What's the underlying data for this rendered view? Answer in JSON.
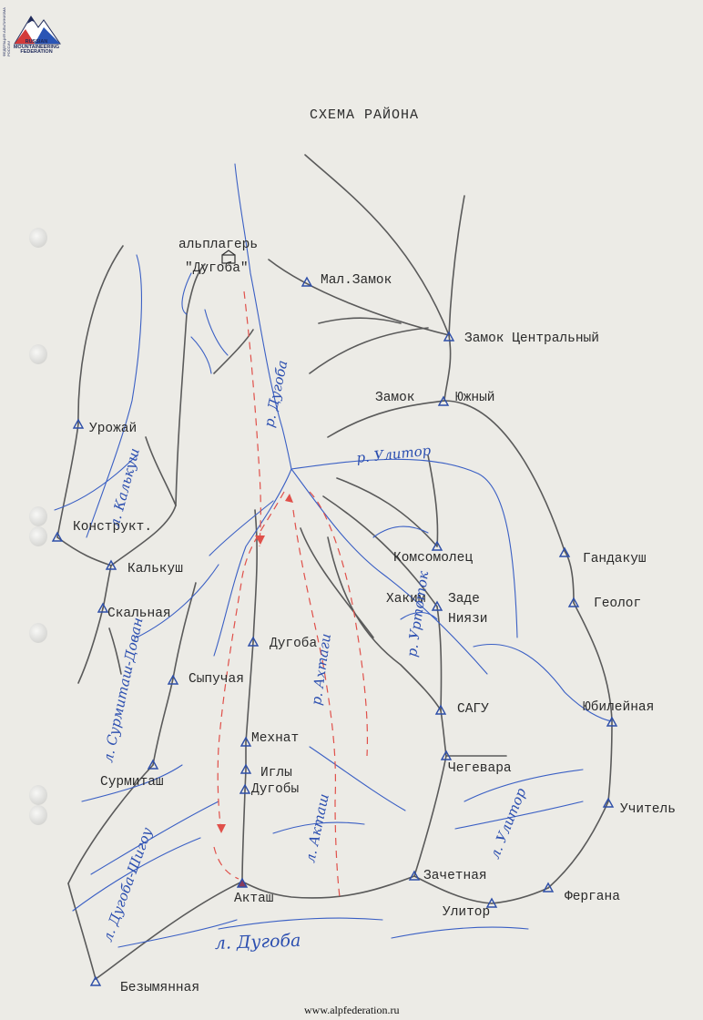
{
  "header": {
    "logo_arc_text": "ФЕДЕРАЦИЯ АЛЬПИНИЗМА РОССИИ",
    "logo_text_lines": [
      "RUSSIAN",
      "MOUNTAINEERING",
      "FEDERATION"
    ],
    "title": "СХЕМА  РАЙОНА"
  },
  "footer": {
    "url": "www.alpfederation.ru"
  },
  "colors": {
    "paper": "#ecebe6",
    "pencil": "#555555",
    "river": "#3a5fc4",
    "route": "#e0504a",
    "peak_marker": "#2d4ea8"
  },
  "camps": [
    {
      "id": "camp_1",
      "label": "альплагерь"
    },
    {
      "id": "camp_2",
      "label": "\"Дугоба\""
    }
  ],
  "peaks": [
    {
      "id": "mal_zamok",
      "label": "Мал.Замок"
    },
    {
      "id": "zamok_central",
      "label": "Замок Центральный"
    },
    {
      "id": "zamok",
      "label": "Замок"
    },
    {
      "id": "yuzhny",
      "label": "Южный"
    },
    {
      "id": "urozhai",
      "label": "Урожай"
    },
    {
      "id": "konstrukt",
      "label": "Конструкт."
    },
    {
      "id": "kalkush",
      "label": "Калькуш"
    },
    {
      "id": "skalnaya",
      "label": "Скальная"
    },
    {
      "id": "komsomolets",
      "label": "Комсомолец"
    },
    {
      "id": "gandakush",
      "label": "Гандакуш"
    },
    {
      "id": "hakim",
      "label": "Хаким"
    },
    {
      "id": "zade",
      "label": "Заде"
    },
    {
      "id": "niyazi",
      "label": "Ниязи"
    },
    {
      "id": "geolog",
      "label": "Геолог"
    },
    {
      "id": "dugoba_peak",
      "label": "Дугоба"
    },
    {
      "id": "sypuchaya",
      "label": "Сыпучая"
    },
    {
      "id": "sagu",
      "label": "САГУ"
    },
    {
      "id": "yubileinaya",
      "label": "Юбилейная"
    },
    {
      "id": "mehnat",
      "label": "Мехнат"
    },
    {
      "id": "chegevara",
      "label": "Чегевара"
    },
    {
      "id": "igly",
      "label": "Иглы"
    },
    {
      "id": "dugoby",
      "label": "Дугобы"
    },
    {
      "id": "surmitash",
      "label": "Сурмиташ"
    },
    {
      "id": "uchitel",
      "label": "Учитель"
    },
    {
      "id": "zachetnaya",
      "label": "Зачетная"
    },
    {
      "id": "aktash",
      "label": "Акташ"
    },
    {
      "id": "fergana",
      "label": "Фергана"
    },
    {
      "id": "ulitor_peak",
      "label": "Улитор"
    },
    {
      "id": "bezymyannaya",
      "label": "Безымянная"
    }
  ],
  "rivers": [
    {
      "id": "r_dugoba_v",
      "label": "р. Дугоба"
    },
    {
      "id": "r_ulitor_top",
      "label": "р. Улитор"
    },
    {
      "id": "r_kalkush",
      "label": "л. Калькуш"
    },
    {
      "id": "r_urtotok",
      "label": "р. Уртоток"
    },
    {
      "id": "r_surmitash",
      "label": "л. Сурмиташ-Дован"
    },
    {
      "id": "r_akhtash_top",
      "label": "р. Ахтаги"
    },
    {
      "id": "r_akhtash_low",
      "label": "л. Акташ"
    },
    {
      "id": "r_ulitor_low",
      "label": "л. Улитор"
    },
    {
      "id": "r_dugoba_shigou",
      "label": "л. Дугоба-Шигоу"
    },
    {
      "id": "r_dugoba_bottom",
      "label": "л. Дугоба"
    }
  ]
}
